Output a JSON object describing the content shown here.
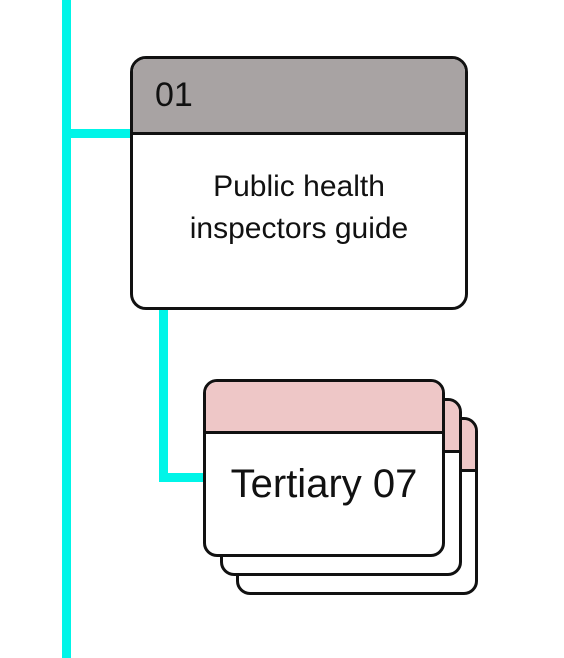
{
  "colors": {
    "connector": "#00f5e8",
    "primary_header": "#a8a3a3",
    "secondary_header": "#eec7c7",
    "border": "#111111"
  },
  "main_node": {
    "number": "01",
    "title_line1": "Public health",
    "title_line2": "inspectors guide"
  },
  "child_node": {
    "title": "Tertiary 07"
  }
}
